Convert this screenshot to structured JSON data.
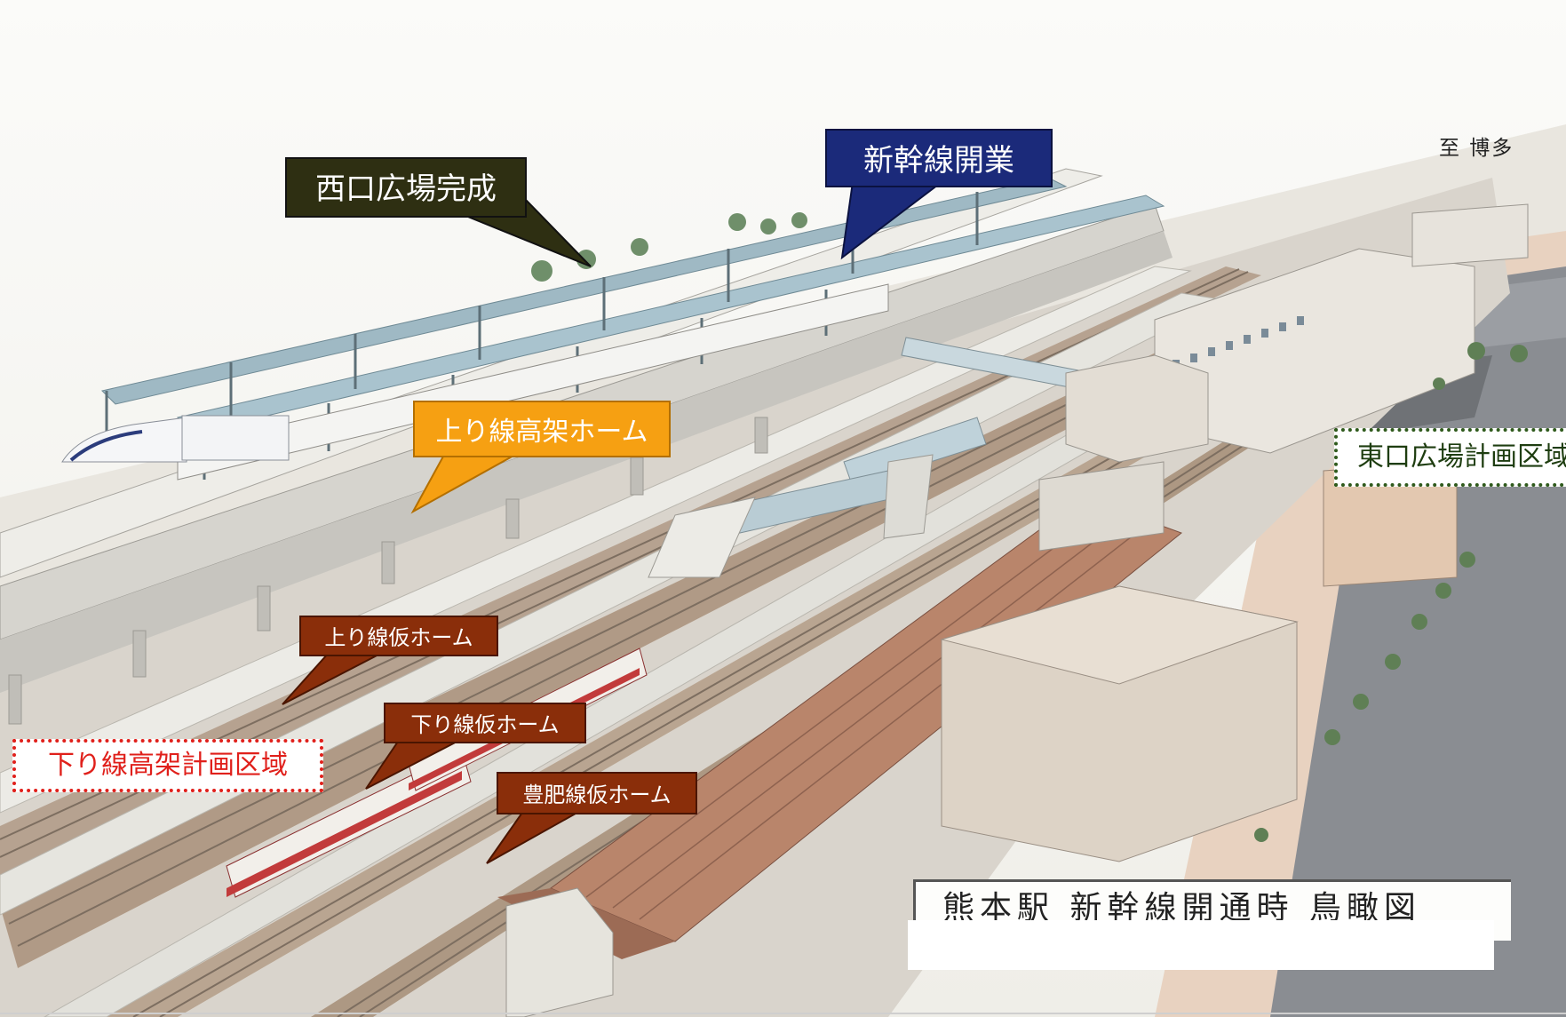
{
  "image": {
    "subject": "aerial illustration of a railway station",
    "title_text": "熊本駅 新幹線開通時 鳥瞰図",
    "direction_label": "至 博多"
  },
  "callouts": [
    {
      "id": "west-plaza",
      "text": "西口広場完成",
      "fill": "#2e2f12",
      "text_color": "#ffffff"
    },
    {
      "id": "shinkansen-open",
      "text": "新幹線開業",
      "fill": "#1b2a7a",
      "text_color": "#ffffff"
    },
    {
      "id": "up-elevated",
      "text": "上り線高架ホーム",
      "fill": "#f6a012",
      "text_color": "#ffffff"
    },
    {
      "id": "up-temp",
      "text": "上り線仮ホーム",
      "fill": "#8a2e0a",
      "text_color": "#ffffff"
    },
    {
      "id": "down-temp",
      "text": "下り線仮ホーム",
      "fill": "#8a2e0a",
      "text_color": "#ffffff"
    },
    {
      "id": "hohi-temp",
      "text": "豊肥線仮ホーム",
      "fill": "#8a2e0a",
      "text_color": "#ffffff"
    }
  ],
  "area_labels": [
    {
      "id": "down-elevated-plan",
      "text": "下り線高架計画区域",
      "border_color": "#e0201b",
      "text_color": "#e0201b"
    },
    {
      "id": "east-plaza-plan",
      "text": "東口広場計画区域",
      "border_color": "#2f5a1c",
      "text_color": "#1e3d10"
    }
  ],
  "colors": {
    "sky": "#f7f6f2",
    "platform": "#e4e2dc",
    "roof_blue": "#9fb9c4",
    "roof_brown": "#b9856b",
    "ballast": "#b6a290",
    "building": "#e6d9c9",
    "road": "#8a8d92"
  }
}
